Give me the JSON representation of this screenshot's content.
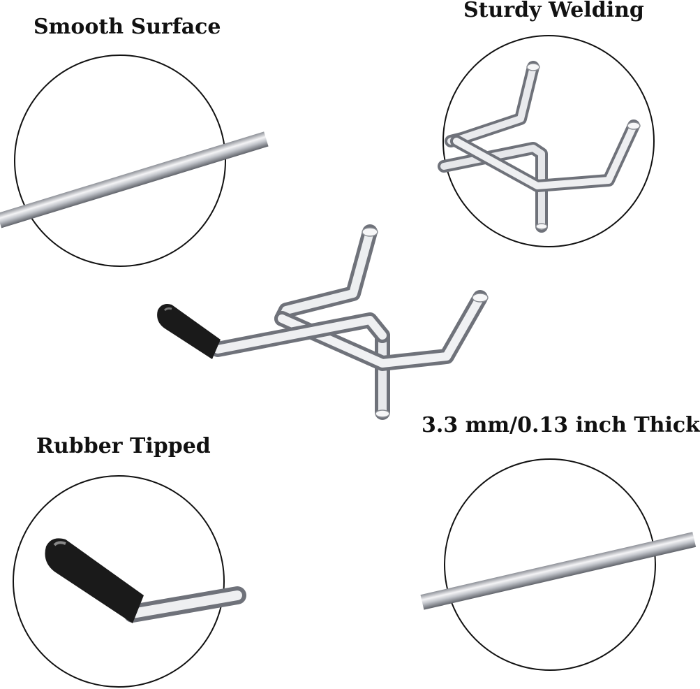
{
  "labels": {
    "smooth": "Smooth Surface",
    "welding": "Sturdy Welding",
    "rubber": "Rubber Tipped",
    "thick": "3.3 mm/0.13 inch Thick"
  },
  "colors": {
    "metal_light": "#f2f2f4",
    "metal_mid": "#b9bcc2",
    "metal_dark": "#6e7178",
    "rubber": "#1a1a1a",
    "circle_border": "#111111"
  }
}
